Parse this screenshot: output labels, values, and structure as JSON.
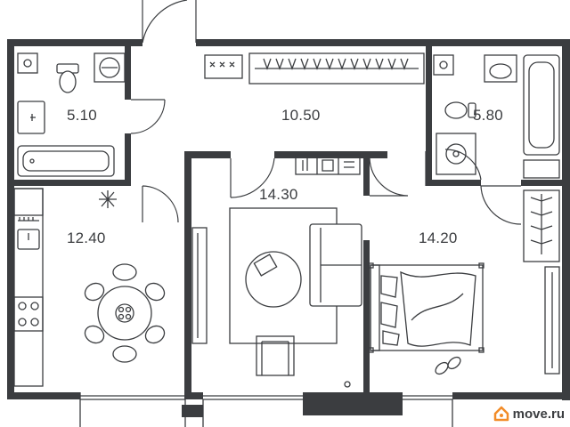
{
  "plan": {
    "rooms": [
      {
        "id": "bathroom-left",
        "area": "5.10"
      },
      {
        "id": "hallway",
        "area": "10.50"
      },
      {
        "id": "bathroom-right",
        "area": "5.80"
      },
      {
        "id": "living-room",
        "area": "14.30"
      },
      {
        "id": "kitchen",
        "area": "12.40"
      },
      {
        "id": "bedroom",
        "area": "14.20"
      }
    ]
  },
  "watermark": {
    "text": "move.ru",
    "accent": "#f28c28"
  },
  "colors": {
    "wall": "#3b3d40",
    "background": "#ffffff"
  }
}
